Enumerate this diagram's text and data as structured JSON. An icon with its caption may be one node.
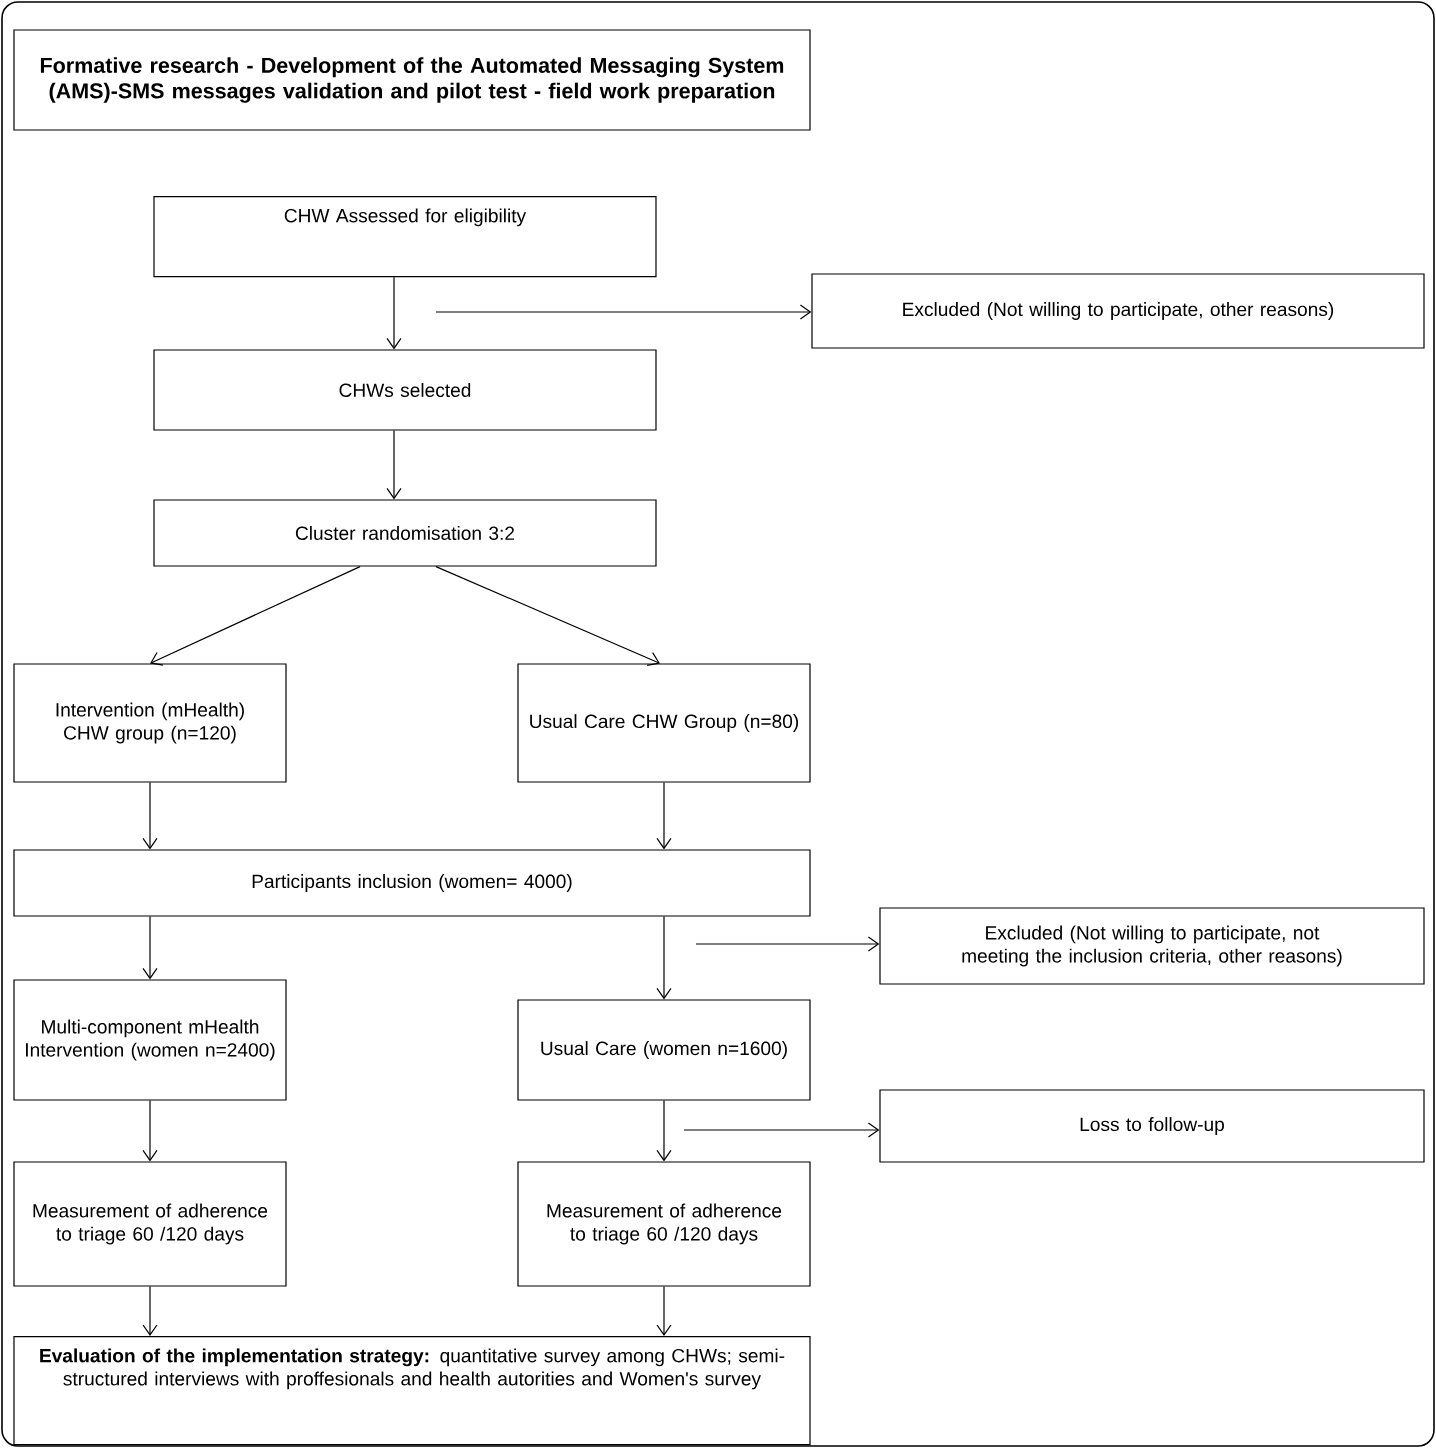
{
  "diagram": {
    "nodes": [
      {
        "text": [
          "Formative research - Development of the Automated Messaging System (AMS)-SMS messages validation and pilot test - field work preparation"
        ]
      },
      {
        "text": [
          "CHW Assessed for eligibility"
        ]
      },
      {
        "text": [
          "Excluded (Not willing to participate, other reasons)"
        ]
      },
      {
        "text": [
          "CHWs selected"
        ]
      },
      {
        "text": [
          "Cluster randomisation 3:2"
        ]
      },
      {
        "text": [
          "Intervention (mHealth) CHW group (n=120)"
        ]
      },
      {
        "text": [
          "Usual Care CHW Group (n=80)"
        ]
      },
      {
        "text": [
          "Participants inclusion (women= 4000)"
        ]
      },
      {
        "text": [
          "Excluded (Not willing to participate, not meeting the inclusion criteria, other reasons)"
        ]
      },
      {
        "text": [
          "Multi-component mHealth Intervention (women n=2400)"
        ]
      },
      {
        "text": [
          "Usual Care (women n=1600)"
        ]
      },
      {
        "text": [
          "Loss to follow-up"
        ]
      },
      {
        "text": [
          "Measurement of adherence to triage 60 /120 days"
        ]
      },
      {
        "text": [
          "Measurement of adherence to triage 60 /120 days"
        ]
      },
      {
        "text": [
          "**Evaluation of the implementation strategy:** quantitative survey among CHWs; semi-structured interviews with proffesionals and health autorities and Women's survey"
        ]
      }
    ],
    "edges": [
      {
        "from": 1,
        "to": 3,
        "arrow": "to"
      },
      {
        "from": null,
        "to": 2,
        "arrow": "to"
      },
      {
        "from": 3,
        "to": 4,
        "arrow": "to"
      },
      {
        "from": 4,
        "to": 5,
        "arrow": "to"
      },
      {
        "from": 4,
        "to": 6,
        "arrow": "to"
      },
      {
        "from": 5,
        "to": 7,
        "arrow": "to"
      },
      {
        "from": 6,
        "to": 7,
        "arrow": "to"
      },
      {
        "from": 7,
        "to": 9,
        "arrow": "to"
      },
      {
        "from": 7,
        "to": 10,
        "arrow": "to"
      },
      {
        "from": null,
        "to": 8,
        "arrow": "to"
      },
      {
        "from": 9,
        "to": 12,
        "arrow": "to"
      },
      {
        "from": 10,
        "to": 13,
        "arrow": "to"
      },
      {
        "from": null,
        "to": 11,
        "arrow": "to"
      },
      {
        "from": 12,
        "to": 14,
        "arrow": "to"
      },
      {
        "from": 13,
        "to": 14,
        "arrow": "to"
      }
    ]
  }
}
